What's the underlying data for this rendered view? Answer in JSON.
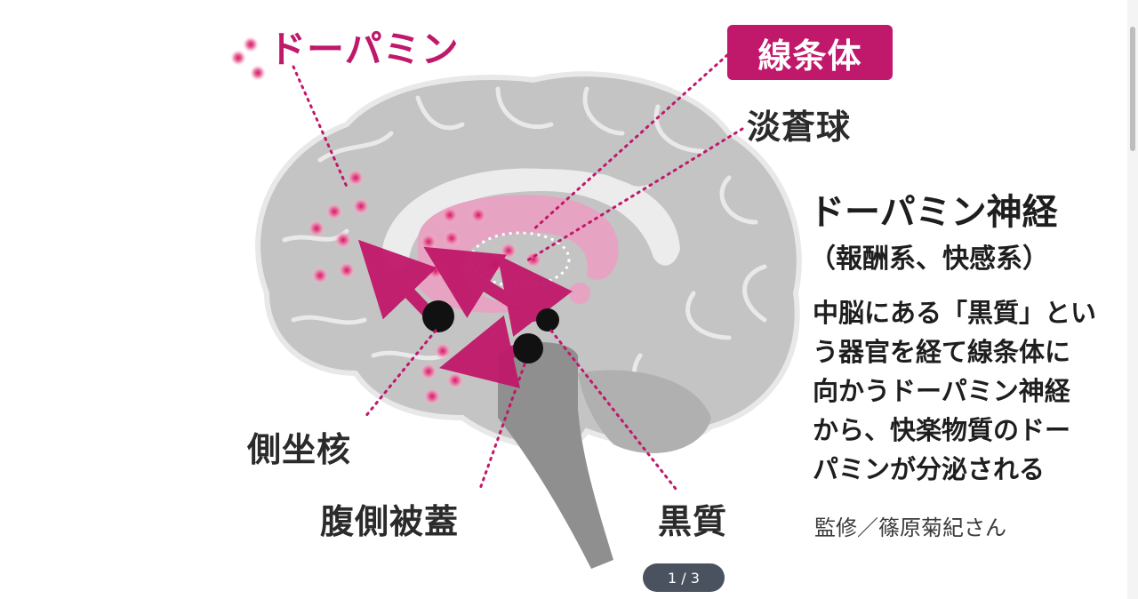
{
  "labels": {
    "dopamine": "ドーパミン",
    "striatum": "線条体",
    "globus_pallidus": "淡蒼球",
    "nucleus_accumbens": "側坐核",
    "ventral_tegmental_area": "腹側被蓋",
    "substantia_nigra": "黒質"
  },
  "heading": "ドーパミン神経",
  "subheading": "（報酬系、快感系）",
  "description": [
    "中脳にある「黒質」とい",
    "う器官を経て線条体に",
    "向かうドーパミン神経",
    "から、快楽物質のドー",
    "パミンが分泌される"
  ],
  "credit": "監修／篠原菊紀さん",
  "pager": "1 / 3",
  "colors": {
    "accent": "#c0186a",
    "brain": "#bdbdbd",
    "striatum_fill": "#e6a3c2"
  }
}
